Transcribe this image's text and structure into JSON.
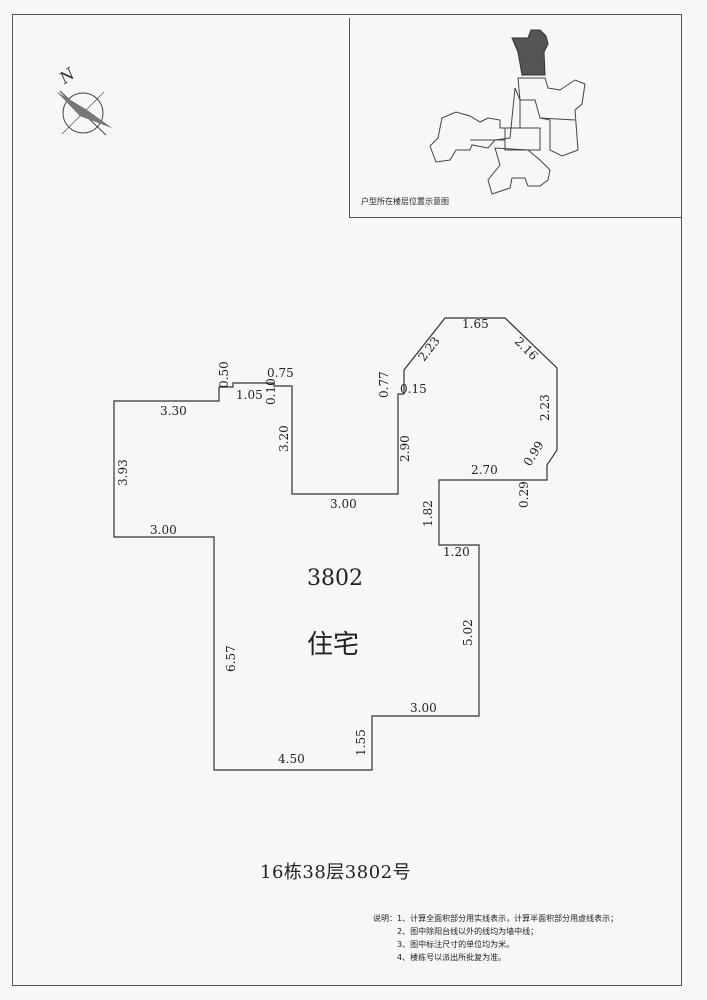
{
  "inset": {
    "caption": "户型所在楼层位置示意图"
  },
  "compass": {
    "north_label": "N",
    "icon": "north-arrow-icon"
  },
  "unit": {
    "number": "3802",
    "use": "住宅"
  },
  "title": "16栋38层3802号",
  "dimensions": {
    "d_3_30": "3.30",
    "d_0_50": "0.50",
    "d_1_05": "1.05",
    "d_0_75": "0.75",
    "d_0_10": "0.10",
    "d_3_20": "3.20",
    "d_3_00_top": "3.00",
    "d_2_90": "2.90",
    "d_0_77": "0.77",
    "d_0_15": "0.15",
    "d_2_23_a": "2.23",
    "d_1_65": "1.65",
    "d_2_16": "2.16",
    "d_2_23_b": "2.23",
    "d_0_99": "0.99",
    "d_2_70": "2.70",
    "d_0_29": "0.29",
    "d_1_82": "1.82",
    "d_1_20": "1.20",
    "d_3_93": "3.93",
    "d_3_00_left": "3.00",
    "d_5_02": "5.02",
    "d_6_57": "6.57",
    "d_3_00_bottom": "3.00",
    "d_1_55": "1.55",
    "d_4_50": "4.50"
  },
  "notes": {
    "label": "说明：",
    "items": [
      "1、计算全面积部分用实线表示，计算半面积部分用虚线表示；",
      "2、图中除阳台线以外的线均为墙中线；",
      "3、图中标注尺寸的单位均为米。",
      "4、楼栋号以派出所批复为准。"
    ]
  },
  "colors": {
    "line": "#333333",
    "fill_dark": "#555555"
  }
}
